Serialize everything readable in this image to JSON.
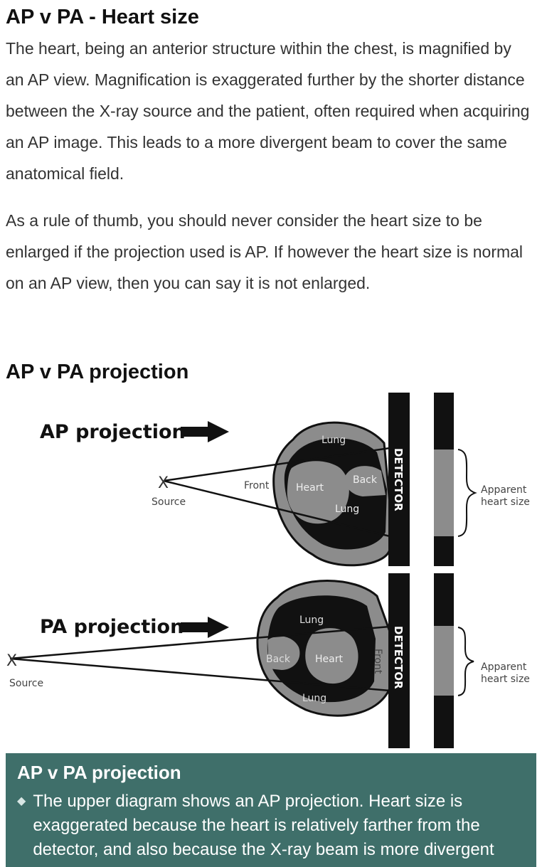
{
  "section1": {
    "heading": "AP v PA - Heart size",
    "paragraph1": "The heart, being an anterior structure within the chest, is magnified by an AP view. Magnification is exaggerated further by the shorter distance between the X-ray source and the patient, often required when acquiring an AP image. This leads to a more divergent beam to cover the same anatomical field.",
    "paragraph2": "As a rule of thumb, you should never consider the heart size to be enlarged if the projection used is AP. If however the heart size is normal on an AP view, then you can say it is not enlarged."
  },
  "section2": {
    "heading": "AP v PA projection"
  },
  "diagram": {
    "ap": {
      "title": "AP projection",
      "source_mark": "X",
      "source": "Source",
      "front": "Front",
      "back": "Back",
      "heart": "Heart",
      "lung_top": "Lung",
      "lung_bottom": "Lung",
      "detector": "DETECTOR",
      "apparent_line1": "Apparent",
      "apparent_line2": "heart size"
    },
    "pa": {
      "title": "PA projection",
      "source_mark": "X",
      "source": "Source",
      "front": "Front",
      "back": "Back",
      "heart": "Heart",
      "lung_top": "Lung",
      "lung_bottom": "Lung",
      "detector": "DETECTOR",
      "apparent_line1": "Apparent",
      "apparent_line2": "heart size"
    }
  },
  "callout": {
    "title": "AP v PA projection",
    "bullet_icon": "diamond-bullet-icon",
    "items": [
      "The upper diagram shows an AP projection. Heart size is exaggerated because the heart is relatively farther from the detector, and also because the X-ray beam is more divergent"
    ]
  },
  "colors": {
    "callout_bg": "#3f6f6a",
    "organ_gray": "#8c8c8c"
  }
}
